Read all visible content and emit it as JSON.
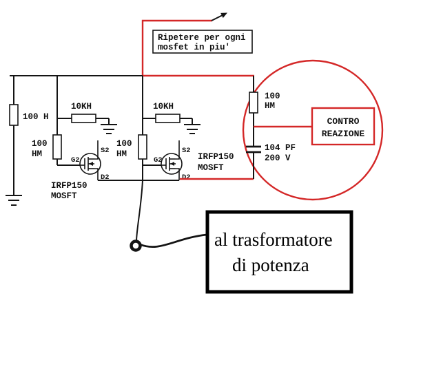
{
  "colors": {
    "wire": "#141414",
    "accent_red": "#d42727"
  },
  "note": {
    "line1": "Ripetere per ogni",
    "line2": "mosfet in piu'"
  },
  "supply": {
    "resistor_label": "100 H"
  },
  "stage1": {
    "gate_resistor_l1": "100",
    "gate_resistor_l2": "HM",
    "bias_resistor": "10KH",
    "pin_gate": "G2",
    "pin_source": "S2",
    "pin_drain": "D2",
    "name_l1": "IRFP150",
    "name_l2": "MOSFT"
  },
  "stage2": {
    "gate_resistor_l1": "100",
    "gate_resistor_l2": "HM",
    "bias_resistor": "10KH",
    "pin_gate": "G2",
    "pin_source": "S2",
    "pin_drain": "D2",
    "name_l1": "IRFP150",
    "name_l2": "MOSFT"
  },
  "feedback": {
    "resistor_l1": "100",
    "resistor_l2": "HM",
    "cap_l1": "104 PF",
    "cap_l2": "200 V",
    "box_l1": "CONTRO",
    "box_l2": "REAZIONE"
  },
  "output": {
    "line1": "al trasformatore",
    "line2": "di potenza"
  }
}
